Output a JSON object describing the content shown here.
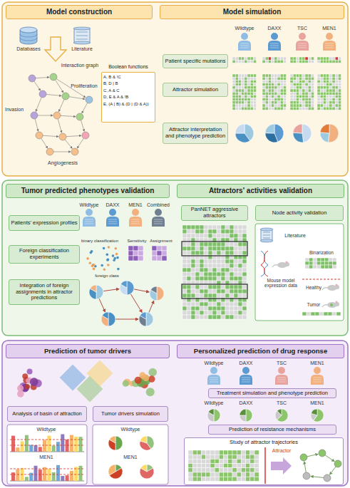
{
  "diagram": {
    "nodes": [
      {
        "text": [
          "Model construction"
        ]
      },
      {
        "text": [
          "Model simulation"
        ]
      },
      {
        "text": [
          "Boolean functions",
          "A, B & !C",
          "B, D | B",
          "C, A & C",
          "D, E & A & !B",
          "E, (A | B) & (D | (D & A))"
        ]
      },
      {
        "text": [
          "Patient specific mutations"
        ]
      },
      {
        "text": [
          "Attractor simulation"
        ]
      },
      {
        "text": [
          "Attractor interpretation and phenotype prediction"
        ]
      },
      {
        "text": [
          "Tumor predicted phenotypes validation"
        ]
      },
      {
        "text": [
          "Attractors' activities validation"
        ]
      },
      {
        "text": [
          "Patients' expression profiles"
        ]
      },
      {
        "text": [
          "Foreign classification experiments"
        ]
      },
      {
        "text": [
          "Integration of foreign assignments in attractor predictions"
        ]
      },
      {
        "text": [
          "PanNET aggressive attractors"
        ]
      },
      {
        "text": [
          "Node activity validation"
        ]
      },
      {
        "text": [
          "Prediction of tumor drivers"
        ]
      },
      {
        "text": [
          "Personalized prediction of drug response"
        ]
      },
      {
        "text": [
          "Analysis of basin of attraction"
        ]
      },
      {
        "text": [
          "Tumor drivers simulation"
        ]
      },
      {
        "text": [
          "Treatment simulation and phenotype prediction"
        ]
      },
      {
        "text": [
          "Prediction of resistance mechanisms"
        ]
      },
      {
        "text": [
          "Study of attractor trajectories"
        ]
      }
    ],
    "labels": [
      "Databases",
      "Literature",
      "Interaction graph",
      "Invasion",
      "Proliferation",
      "Angiogenesis",
      "Wildtype",
      "DAXX",
      "TSC",
      "MEN1",
      "Wildtype",
      "DAXX",
      "MEN1",
      "Combined",
      "binary classification",
      "foreign class",
      "Sensitivity",
      "Assignment",
      "Literature",
      "Mouse model expression data",
      "Binarization",
      "Healthy",
      "Tumor",
      "Wildtype",
      "MEN1",
      "Wildtype",
      "MEN1",
      "Wildtype",
      "DAXX",
      "TSC",
      "MEN1",
      "Wildtype",
      "DAXX",
      "TSC",
      "MEN1",
      "Attractor"
    ]
  }
}
